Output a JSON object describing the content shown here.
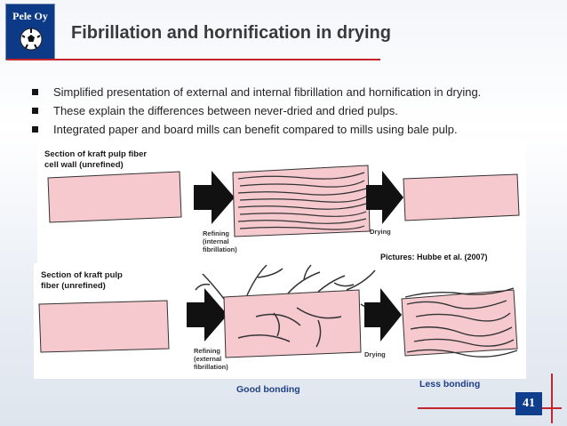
{
  "logo": {
    "text": "Pele Oy",
    "icon": "soccer-ball-icon"
  },
  "title": "Fibrillation and hornification in drying",
  "bullets": [
    "Simplified presentation of external and internal fibrillation and hornification in drying.",
    "These explain the differences between never-dried and dried pulps.",
    "Integrated paper and board mills can benefit compared to mills using bale pulp."
  ],
  "figure_top": {
    "section_label": [
      "Section of kraft pulp fiber",
      "cell wall (unrefined)"
    ],
    "refining_label": [
      "Refining",
      "(internal",
      "fibrillation)"
    ],
    "drying_label": "Drying",
    "caption": "Pictures: Hubbe et al. (2007)"
  },
  "figure_bottom": {
    "section_label": [
      "Section of kraft pulp",
      "fiber (unrefined)"
    ],
    "refining_label": [
      "Refining",
      "(external",
      "fibrillation)"
    ],
    "drying_label": "Drying"
  },
  "good_bonding": "Good bonding",
  "less_bonding": "Less bonding",
  "page_number": "41",
  "colors": {
    "accent_red": "#c2262c",
    "navy": "#0f3e8c",
    "fiber_pink": "#f6c9cf"
  }
}
